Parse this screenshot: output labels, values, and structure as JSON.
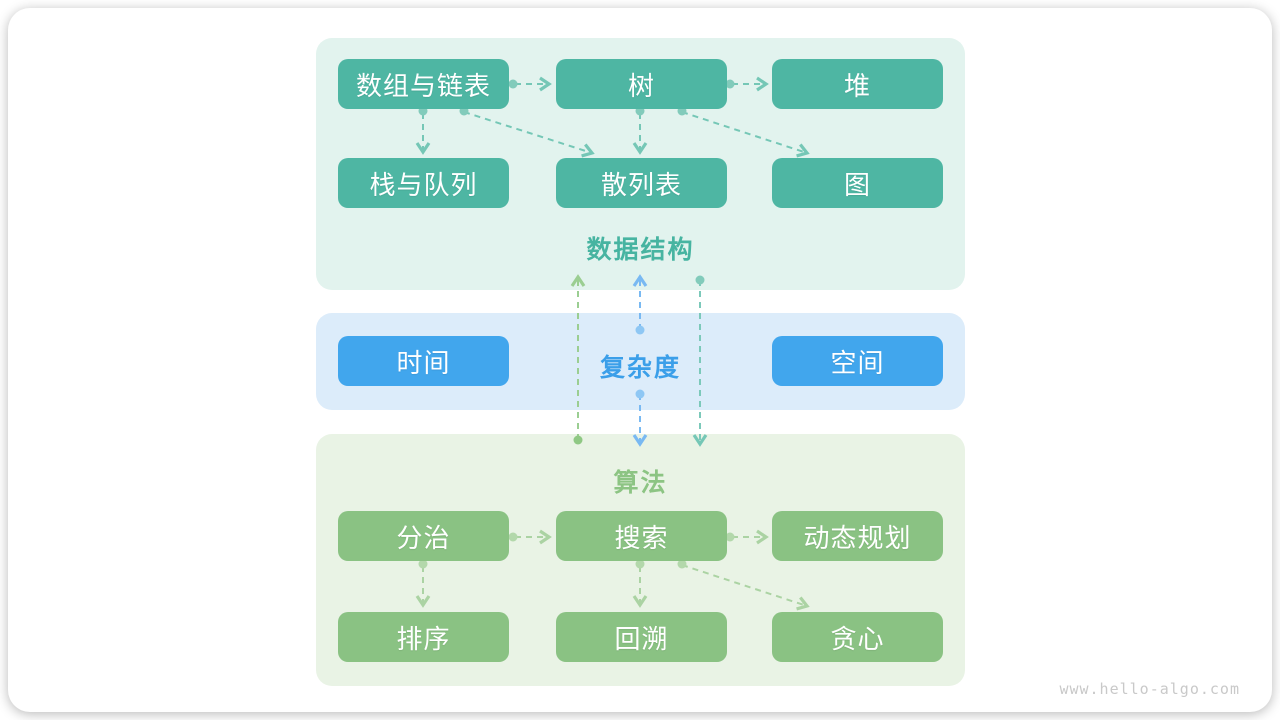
{
  "watermark": "www.hello-algo.com",
  "sections": {
    "data_structures": {
      "label": "数据结构",
      "boxes": [
        "数组与链表",
        "树",
        "堆",
        "栈与队列",
        "散列表",
        "图"
      ]
    },
    "complexity": {
      "label": "复杂度",
      "boxes": [
        "时间",
        "空间"
      ]
    },
    "algorithms": {
      "label": "算法",
      "boxes": [
        "分治",
        "搜索",
        "动态规划",
        "排序",
        "回溯",
        "贪心"
      ]
    }
  },
  "edges": [
    {
      "from": "数组与链表",
      "to": "树",
      "style": "dashed"
    },
    {
      "from": "树",
      "to": "堆",
      "style": "dashed"
    },
    {
      "from": "数组与链表",
      "to": "栈与队列",
      "style": "dashed"
    },
    {
      "from": "数组与链表",
      "to": "散列表",
      "style": "dashed"
    },
    {
      "from": "树",
      "to": "散列表",
      "style": "dashed"
    },
    {
      "from": "树",
      "to": "图",
      "style": "dashed"
    },
    {
      "from": "算法",
      "to": "数据结构",
      "style": "dashed"
    },
    {
      "from": "复杂度",
      "to": "数据结构",
      "style": "dashed"
    },
    {
      "from": "复杂度",
      "to": "算法",
      "style": "dashed"
    },
    {
      "from": "数据结构",
      "to": "算法",
      "style": "dashed"
    },
    {
      "from": "分治",
      "to": "搜索",
      "style": "dashed"
    },
    {
      "from": "搜索",
      "to": "动态规划",
      "style": "dashed"
    },
    {
      "from": "分治",
      "to": "排序",
      "style": "dashed"
    },
    {
      "from": "搜索",
      "to": "回溯",
      "style": "dashed"
    },
    {
      "from": "搜索",
      "to": "贪心",
      "style": "dashed"
    }
  ],
  "colors": {
    "teal_box": "#4eb6a3",
    "teal_panel": "#e2f3ee",
    "teal_label": "#47b4a1",
    "teal_connector": "#75c7b6",
    "blue_box": "#41a6ed",
    "blue_panel": "#dcecfa",
    "blue_label": "#3b9fe9",
    "blue_connector": "#79b9f2",
    "green_box": "#8ac283",
    "green_panel": "#e9f3e5",
    "green_label": "#8cc483",
    "green_connector": "#abd3a3",
    "green_up_connector": "#9bce92",
    "watermark_text": "#c9c9c9"
  }
}
